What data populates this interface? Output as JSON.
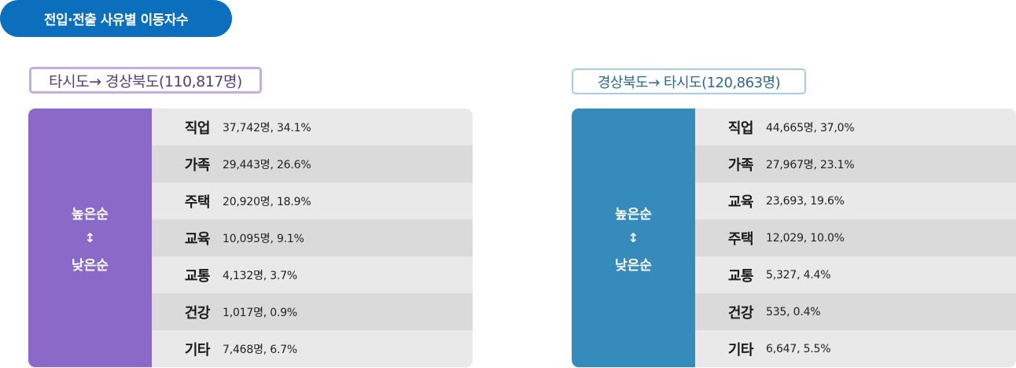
{
  "header": {
    "title": "전입·전출 사유별 이동자수",
    "color": "#0b6fbd"
  },
  "panels": [
    {
      "subtitle": "타시도→ 경상북도(110,817명)",
      "accent": "#8b69c8",
      "sort_high": "높은순",
      "sort_arrow": "↕",
      "sort_low": "낮은순",
      "rows": [
        {
          "category": "직업",
          "value": "37,742명, 34.1%"
        },
        {
          "category": "가족",
          "value": "29,443명, 26.6%"
        },
        {
          "category": "주택",
          "value": "20,920명, 18.9%"
        },
        {
          "category": "교육",
          "value": "10,095명, 9.1%"
        },
        {
          "category": "교통",
          "value": "4,132명, 3.7%"
        },
        {
          "category": "건강",
          "value": "1,017명, 0.9%"
        },
        {
          "category": "기타",
          "value": "7,468명, 6.7%"
        }
      ]
    },
    {
      "subtitle": "경상북도→ 타시도(120,863명)",
      "accent": "#368bbd",
      "sort_high": "높은순",
      "sort_arrow": "↕",
      "sort_low": "낮은순",
      "rows": [
        {
          "category": "직업",
          "value": "44,665명, 37,0%"
        },
        {
          "category": "가족",
          "value": "27,967명, 23.1%"
        },
        {
          "category": "교육",
          "value": "23,693, 19.6%"
        },
        {
          "category": "주택",
          "value": "12,029, 10.0%"
        },
        {
          "category": "교통",
          "value": "5,327, 4.4%"
        },
        {
          "category": "건강",
          "value": "535, 0.4%"
        },
        {
          "category": "기타",
          "value": "6,647, 5.5%"
        }
      ]
    }
  ]
}
